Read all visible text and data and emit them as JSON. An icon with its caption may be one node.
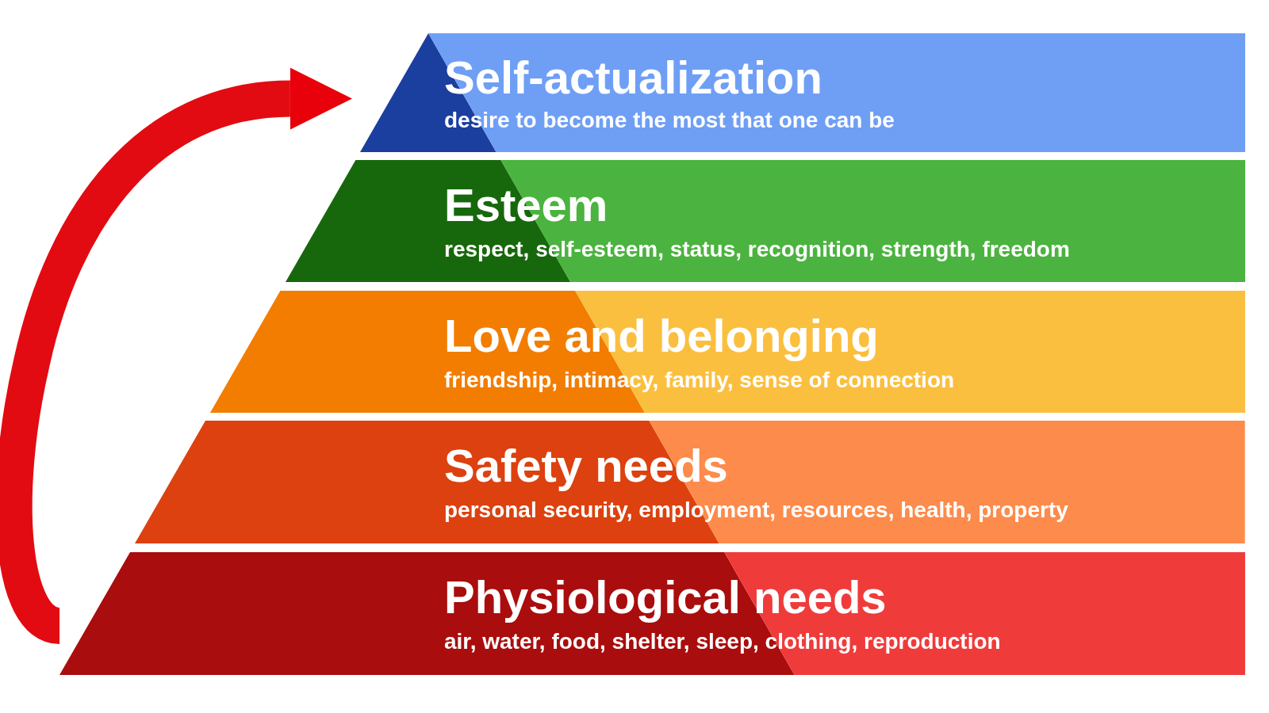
{
  "diagram": {
    "nodes": [
      {
        "text": [
          "Self-actualization",
          "desire to become the most that one can be"
        ]
      },
      {
        "text": [
          "Esteem",
          "respect, self-esteem, status, recognition, strength, freedom"
        ]
      },
      {
        "text": [
          "Love and belonging",
          "friendship, intimacy, family, sense of connection"
        ]
      },
      {
        "text": [
          "Safety needs",
          "personal security, employment, resources, health, property"
        ]
      },
      {
        "text": [
          "Physiological needs",
          "air, water, food, shelter, sleep, clothing, reproduction"
        ]
      }
    ],
    "edges": [
      {
        "from": 4,
        "to": 0,
        "arrow": "to"
      }
    ]
  }
}
